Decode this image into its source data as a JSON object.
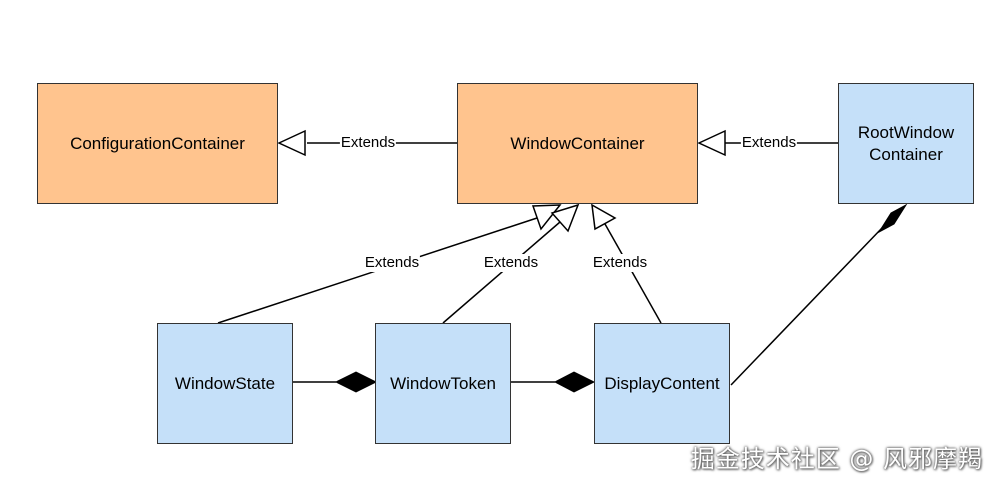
{
  "nodes": {
    "configuration_container": "ConfigurationContainer",
    "window_container": "WindowContainer",
    "root_window_container": [
      "RootWindow",
      "Container"
    ],
    "window_state": "WindowState",
    "window_token": "WindowToken",
    "display_content": "DisplayContent"
  },
  "edges": {
    "wc_to_config": "Extends",
    "root_to_wc": "Extends",
    "state_to_wc": "Extends",
    "token_to_wc": "Extends",
    "display_to_wc": "Extends"
  },
  "watermark": "掘金技术社区 @ 风邪摩羯",
  "colors": {
    "orange_fill": "#FFC48E",
    "blue_fill": "#C5E0F9",
    "border": "#333333",
    "line": "#000000"
  }
}
